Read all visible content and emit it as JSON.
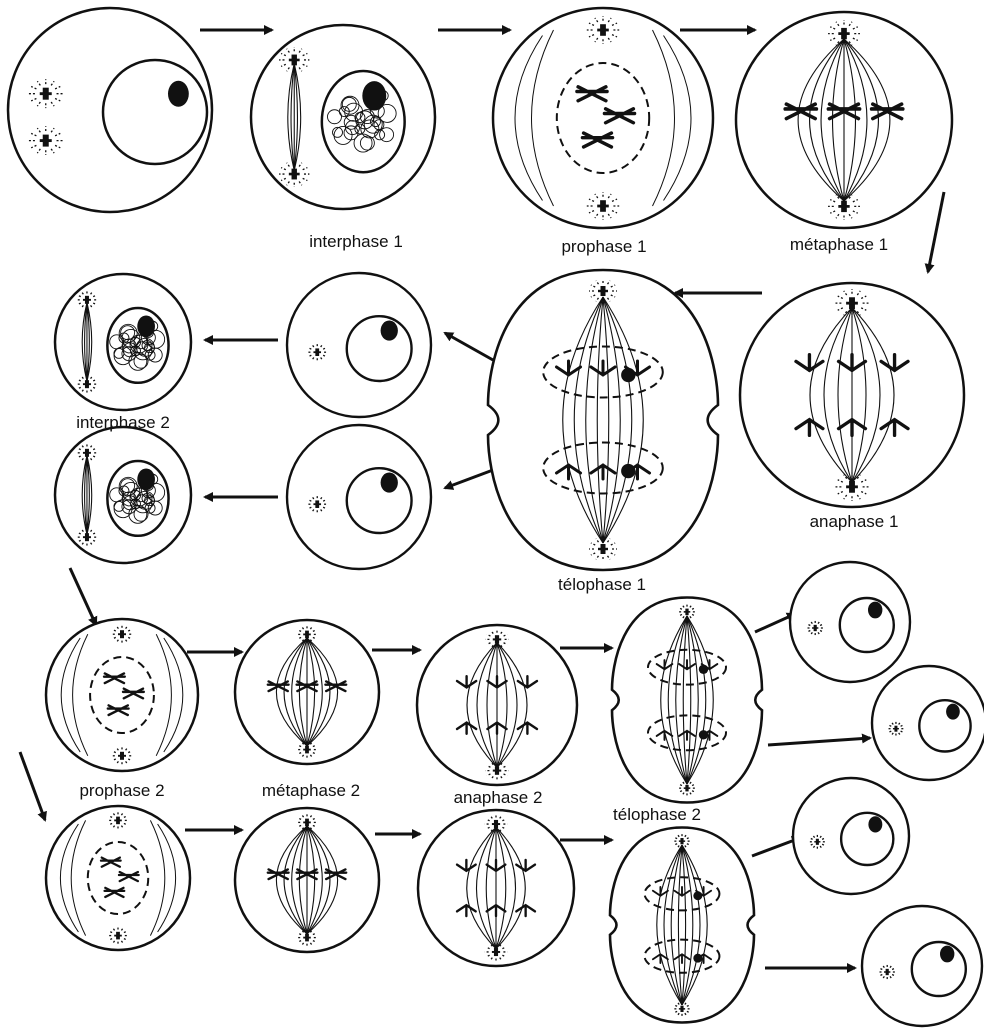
{
  "labels": {
    "interphase_1": "interphase 1",
    "prophase_1": "prophase 1",
    "metaphase_1": "métaphase 1",
    "anaphase_1": "anaphase 1",
    "telophase_1": "télophase 1",
    "interphase_2": "interphase 2",
    "prophase_2": "prophase 2",
    "metaphase_2": "métaphase 2",
    "anaphase_2": "anaphase 2",
    "telophase_2": "télophase 2"
  },
  "colors": {
    "ink": "#111111",
    "background": "#ffffff"
  }
}
